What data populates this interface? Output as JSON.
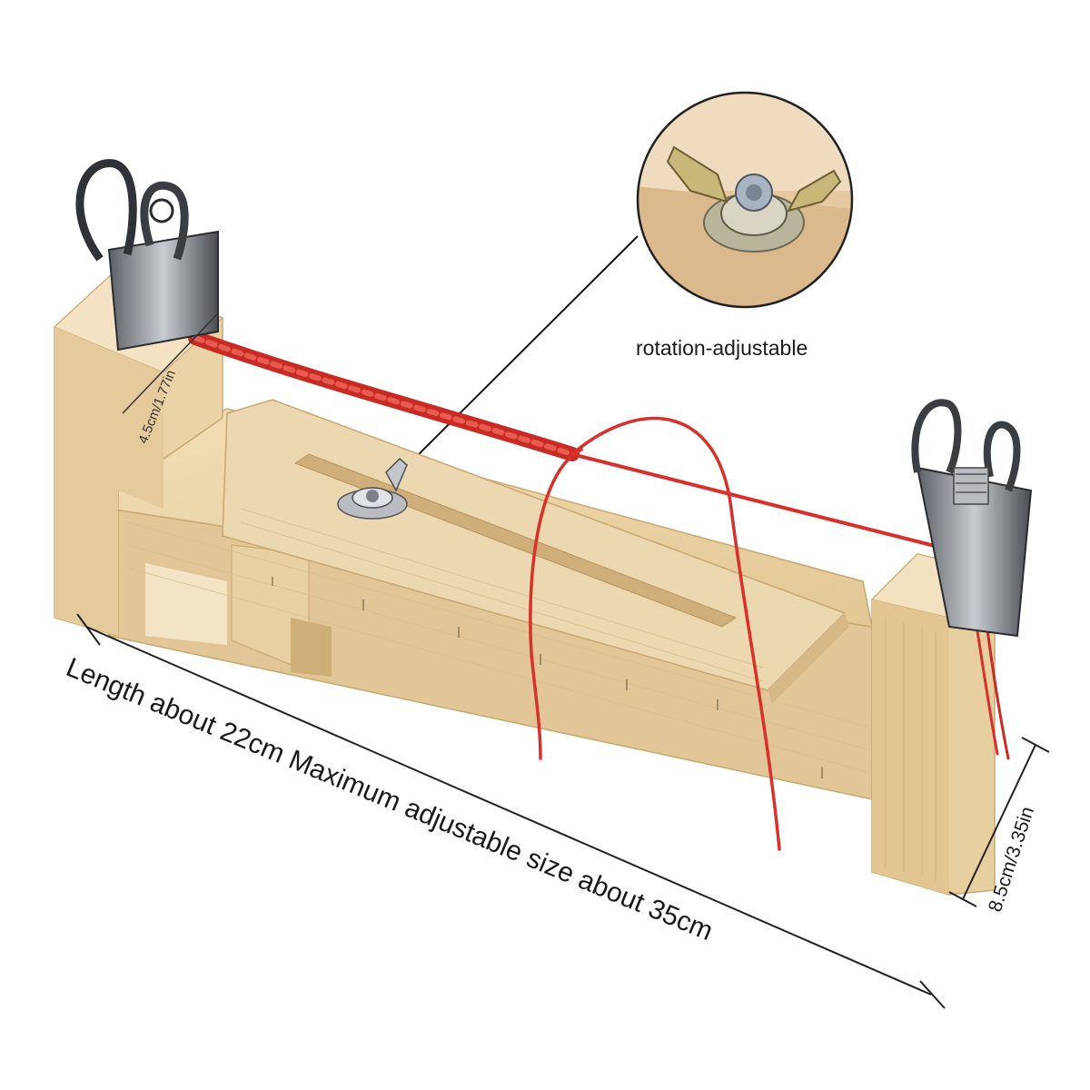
{
  "labels": {
    "rotation": "rotation-adjustable",
    "length": "Length about 22cm Maximum adjustable size about 35cm",
    "height": "8.5cm/3.35in",
    "clip_width": "4.5cm/1.77in"
  },
  "colors": {
    "wood": "#e9d3a8",
    "wood_dark": "#d7bd8a",
    "wood_edge": "#c9a870",
    "cord": "#d8302a",
    "metal": "#9aa0a6",
    "metal_dark": "#3a3d42"
  },
  "icons": [
    "wooden-jig",
    "binder-clip",
    "wing-nut",
    "paracord"
  ]
}
